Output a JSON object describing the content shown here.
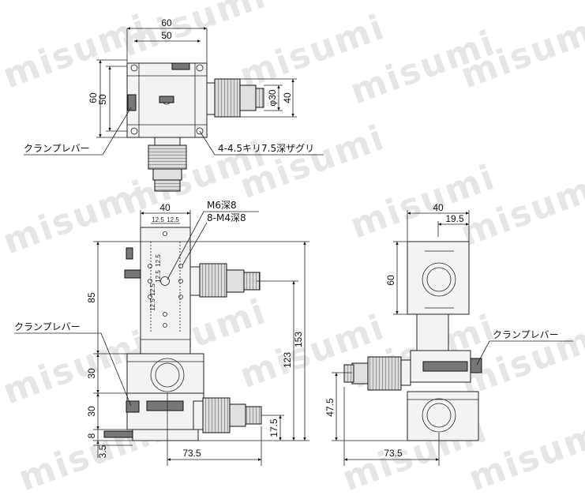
{
  "watermark": "misumi",
  "labels": {
    "clamp_lever": "クランプレバー",
    "counterbore": "4-4.5キリ7.5深ザグリ",
    "m6_depth": "M6深8",
    "m4_depth": "8-M4深8"
  },
  "top_view": {
    "w60": "60",
    "w50": "50",
    "h60": "60",
    "h50": "50",
    "dia30": "φ30",
    "h40": "40"
  },
  "front_view": {
    "w40": "40",
    "p1": "12.5",
    "p2": "12.5",
    "v1": "12.5",
    "v2": "12.5",
    "v3": "12.5",
    "v4": "12.5",
    "h85": "85",
    "h30a": "30",
    "h30b": "30",
    "h8": "8",
    "h3_5": "3.5",
    "h123": "123",
    "h153": "153",
    "h17_5": "17.5",
    "w73_5": "73.5"
  },
  "side_view": {
    "w40": "40",
    "w19_5": "19.5",
    "h60": "60",
    "h47_5": "47.5",
    "w73_5": "73.5"
  }
}
